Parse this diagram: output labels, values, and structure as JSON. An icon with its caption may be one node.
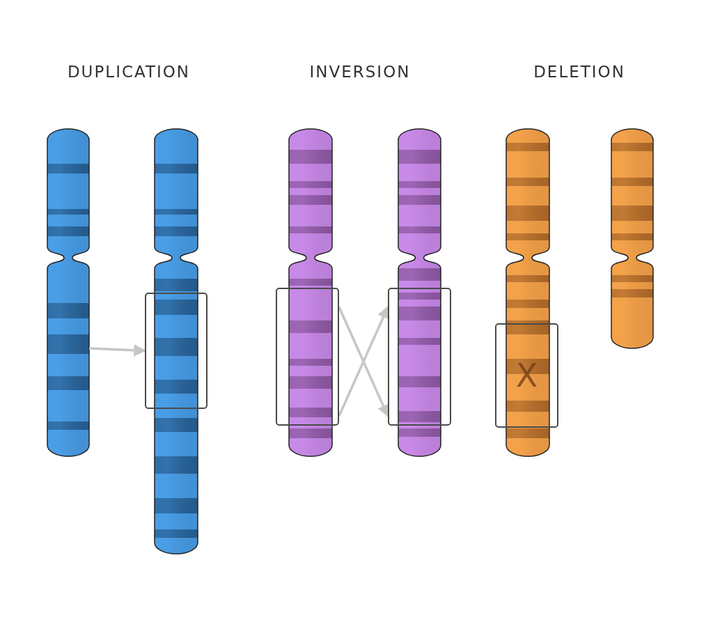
{
  "diagram": {
    "nodes": [
      {
        "text": [],
        "shape": "picture"
      },
      {
        "text": [],
        "shape": "picture"
      },
      {
        "text": [],
        "shape": "box"
      },
      {
        "text": [],
        "shape": "picture"
      },
      {
        "text": [],
        "shape": "box"
      },
      {
        "text": [],
        "shape": "picture"
      },
      {
        "text": [],
        "shape": "box"
      },
      {
        "text": [],
        "shape": "picture"
      },
      {
        "text": [
          "X"
        ]
      },
      {
        "text": [],
        "shape": "picture"
      }
    ],
    "edges": [
      {
        "from": 0,
        "to": 2,
        "arrow": "to"
      },
      {
        "from": 4,
        "to": 6,
        "arrow": "to"
      },
      {
        "from": 4,
        "to": 6,
        "arrow": "to"
      }
    ],
    "labels": [
      "DUPLICATION",
      "INVERSION",
      "DELETION"
    ]
  }
}
